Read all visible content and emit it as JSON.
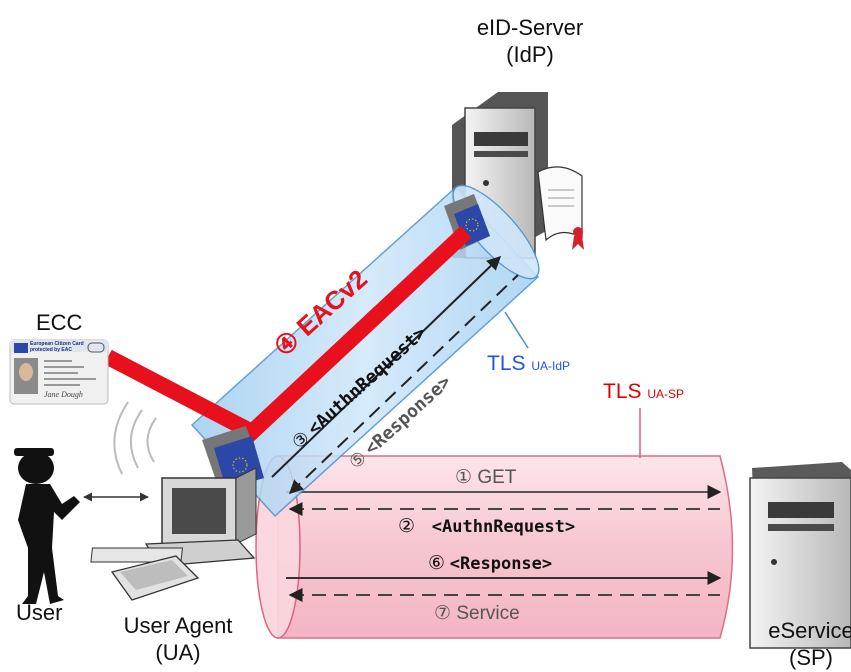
{
  "nodes": {
    "eid_server": {
      "line1": "eID-Server",
      "line2": "(IdP)"
    },
    "ecc": {
      "label": "ECC",
      "card_title1": "European Citizen Card",
      "card_title2": "protected by EAC",
      "card_sig": "Jane Dough"
    },
    "user": {
      "label": "User"
    },
    "user_agent": {
      "line1": "User Agent",
      "line2": "(UA)"
    },
    "eservice": {
      "line1": "eService",
      "line2": "(SP)"
    }
  },
  "channels": {
    "tls_idp": {
      "main": "TLS",
      "sub": "UA-IdP",
      "color": "#2255dd"
    },
    "tls_sp": {
      "main": "TLS",
      "sub": "UA-SP",
      "color": "#e00000"
    }
  },
  "messages": {
    "m3": {
      "num": "③",
      "text": "<AuthnRequest>"
    },
    "m4": {
      "num": "④",
      "text": "EACv2"
    },
    "m5": {
      "num": "⑤",
      "text": "<Response>"
    },
    "m1": {
      "num": "①",
      "text": "GET"
    },
    "m2": {
      "num": "②",
      "text": "<AuthnRequest>"
    },
    "m6": {
      "num": "⑥",
      "text": "<Response>"
    },
    "m7": {
      "num": "⑦",
      "text": "Service"
    }
  },
  "colors": {
    "eac_red": "#e8101c",
    "tube_blue": "#a9d4f2",
    "tube_pink": "#f9c9d2",
    "server_grey": "#c8c8c8"
  }
}
